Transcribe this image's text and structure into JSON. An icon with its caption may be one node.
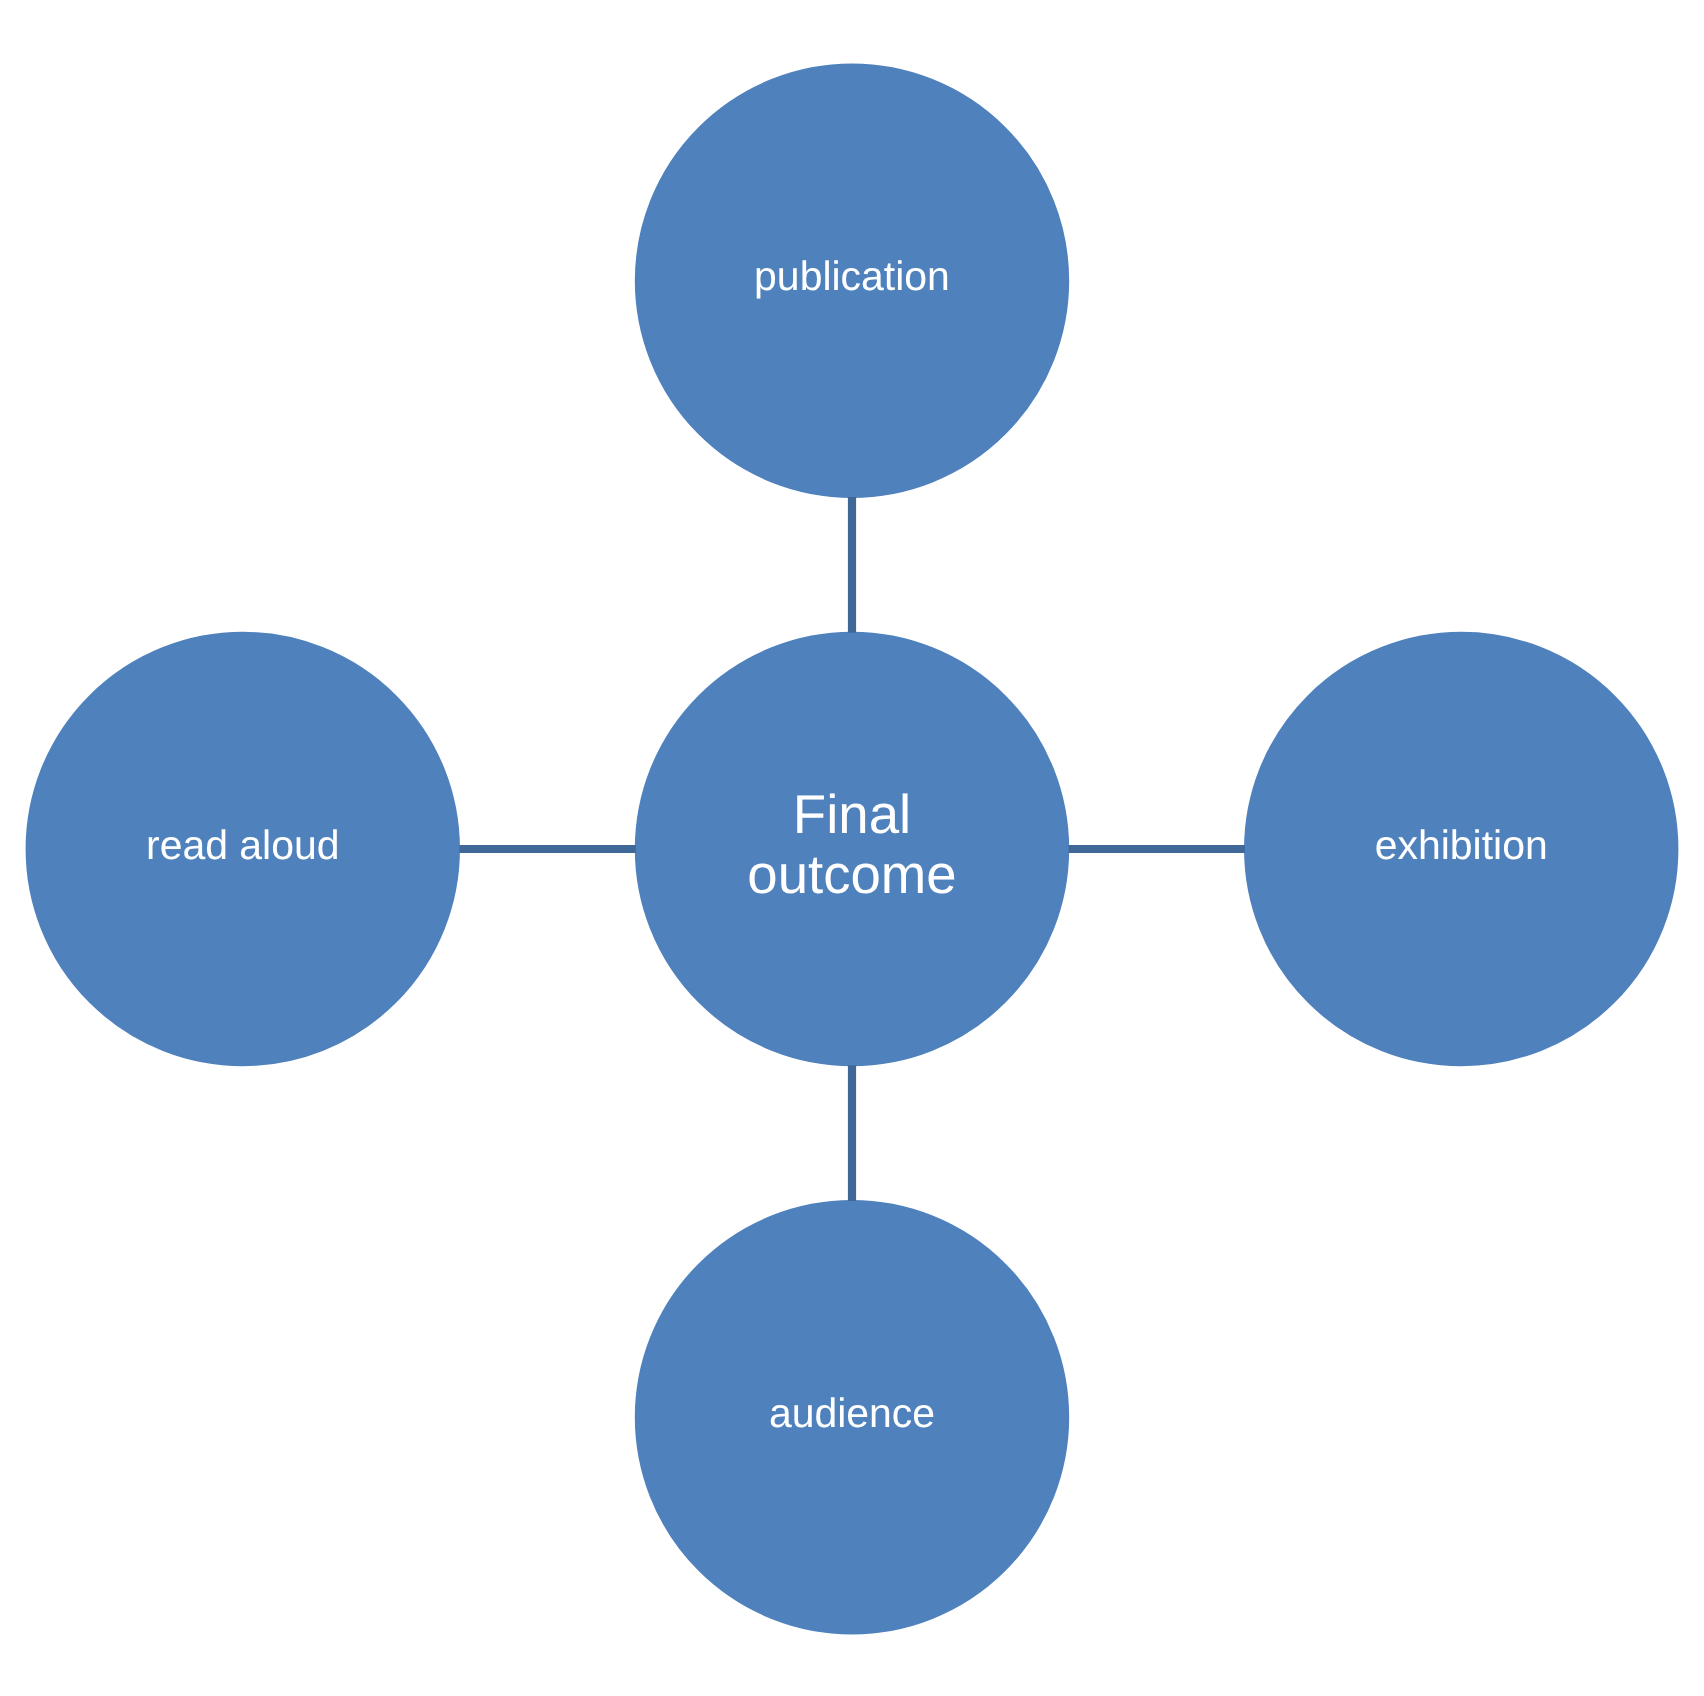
{
  "diagram": {
    "nodes": [
      {
        "text": [
          "publication"
        ]
      },
      {
        "text": [
          "read aloud"
        ]
      },
      {
        "text": [
          "Final outcome"
        ]
      },
      {
        "text": [
          "exhibition"
        ]
      },
      {
        "text": [
          "audience"
        ]
      }
    ],
    "edges": [
      {
        "from": 0,
        "to": 2,
        "arrow": "none"
      },
      {
        "from": 1,
        "to": 2,
        "arrow": "none"
      },
      {
        "from": 2,
        "to": 3,
        "arrow": "none"
      },
      {
        "from": 2,
        "to": 4,
        "arrow": "none"
      }
    ]
  }
}
